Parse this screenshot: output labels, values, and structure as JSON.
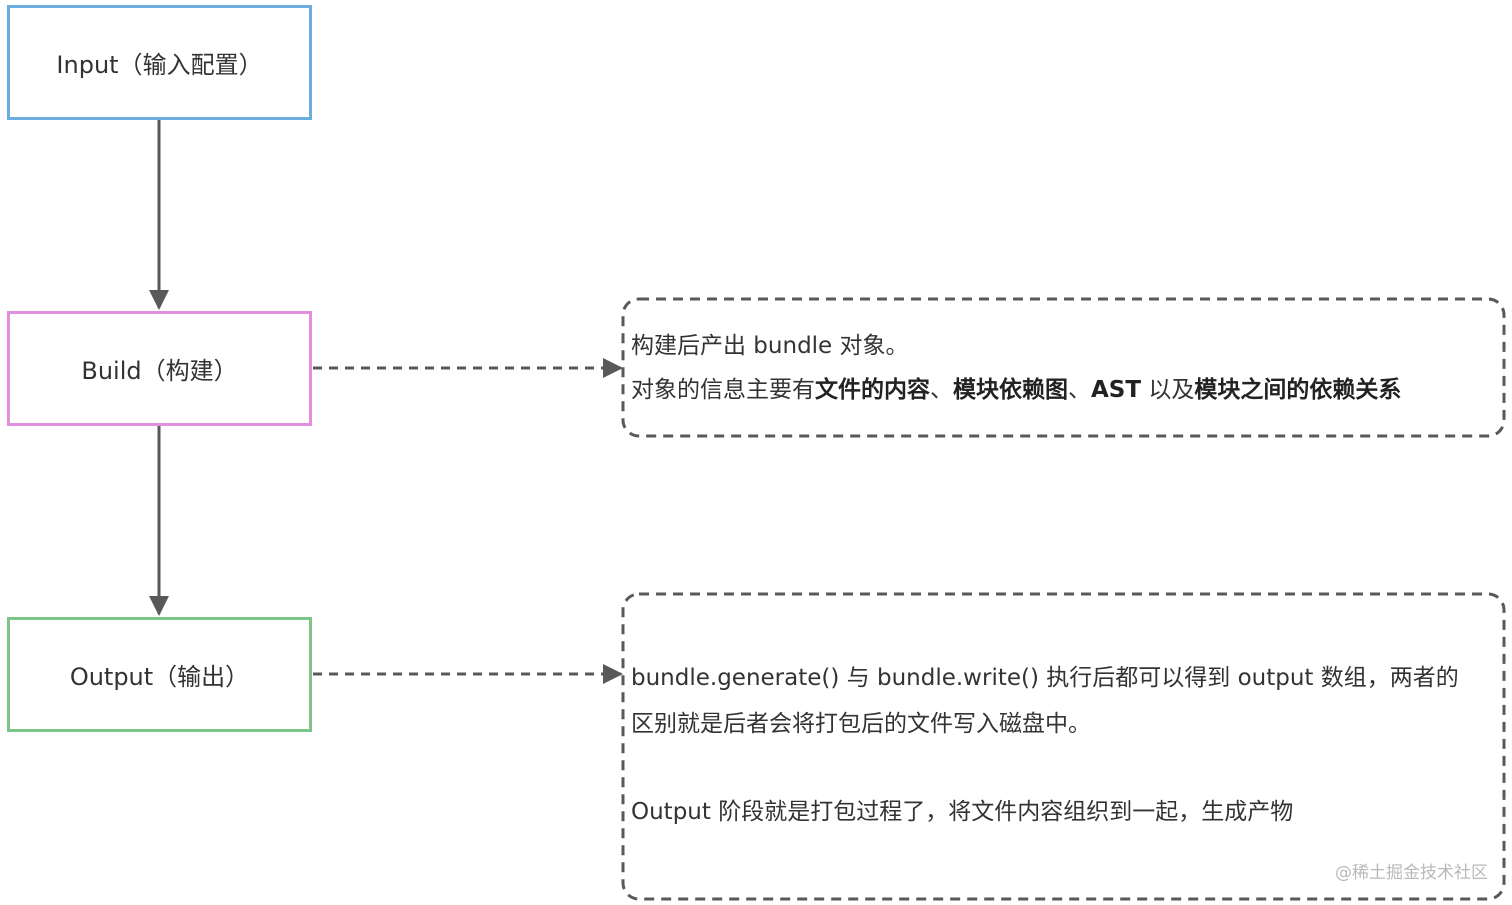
{
  "nodes": {
    "input": {
      "label": "Input（输入配置）",
      "border_color": "#6aaee0"
    },
    "build": {
      "label": "Build（构建）",
      "border_color": "#e58ee0"
    },
    "output": {
      "label": "Output（输出）",
      "border_color": "#7cc48a"
    }
  },
  "notes": {
    "build": {
      "line1": "构建后产出 bundle 对象。",
      "line2_plain_1": "对象的信息主要有",
      "line2_bold_1": "文件的内容",
      "line2_sep_1": "、",
      "line2_bold_2": "模块依赖图",
      "line2_sep_2": "、",
      "line2_bold_3": "AST",
      "line2_plain_2": " 以及",
      "line2_bold_4": "模块之间的依赖关系"
    },
    "output": {
      "line1": "bundle.generate() 与 bundle.write() 执行后都可以得到 output 数组，两者的",
      "line2": "区别就是后者会将打包后的文件写入磁盘中。",
      "line3": "Output 阶段就是打包过程了，将文件内容组织到一起，生成产物"
    }
  },
  "watermark": "@稀土掘金技术社区",
  "colors": {
    "arrow": "#595959",
    "dashed_border": "#595959"
  }
}
